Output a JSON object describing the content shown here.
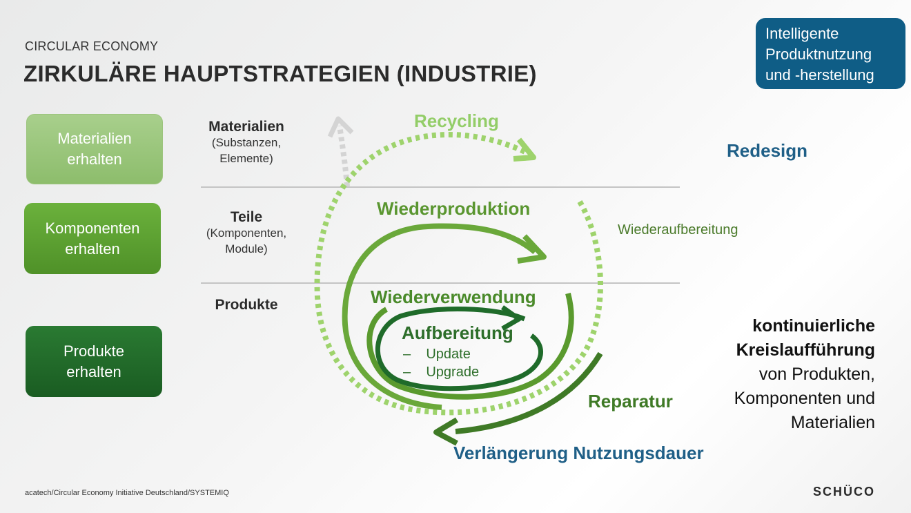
{
  "header": {
    "kicker": "CIRCULAR ECONOMY",
    "title": "ZIRKULÄRE HAUPTSTRATEGIEN (INDUSTRIE)"
  },
  "badge": {
    "lines": [
      "Intelligente",
      "Produktnutzung",
      "und -herstellung"
    ],
    "color": "#0f5d86"
  },
  "levels": [
    {
      "line1": "Materialien",
      "line2": "erhalten",
      "color": "#9cc47d"
    },
    {
      "line1": "Komponenten",
      "line2": "erhalten",
      "color": "#5da033"
    },
    {
      "line1": "Produkte",
      "line2": "erhalten",
      "color": "#22692a"
    }
  ],
  "categories": {
    "materialien": {
      "title": "Materialien",
      "sub1": "(Substanzen,",
      "sub2": "Elemente)"
    },
    "teile": {
      "title": "Teile",
      "sub1": "(Komponenten,",
      "sub2": "Module)"
    },
    "produkte": {
      "title": "Produkte"
    }
  },
  "loops": {
    "recycling": "Recycling",
    "wiederproduktion": "Wiederproduktion",
    "wiederverwendung": "Wiederverwendung",
    "aufbereitung": "Aufbereitung",
    "aufbereitung_items": [
      "–    Update",
      "–    Upgrade"
    ],
    "reparatur": "Reparatur",
    "verlaengerung": "Verlängerung Nutzungsdauer"
  },
  "side_labels": {
    "redesign": "Redesign",
    "wiederaufbereitung": "Wiederaufbereitung"
  },
  "statement": {
    "bold1": "kontinuierliche",
    "bold2": "Kreislaufführung",
    "line3": "von Produkten,",
    "line4": "Komponenten und",
    "line5": "Materialien"
  },
  "footer": {
    "source": "acatech/Circular Economy Initiative Deutschland/SYSTEMIQ",
    "logo": "SCHÜCO"
  },
  "colors": {
    "recycling": "#9ed36c",
    "wiederproduktion": "#6aa83a",
    "wiederverwendung": "#5a9a2e",
    "aufbereitung": "#1f6b2a",
    "reparatur": "#3f7a26",
    "blue": "#1f5f87"
  }
}
